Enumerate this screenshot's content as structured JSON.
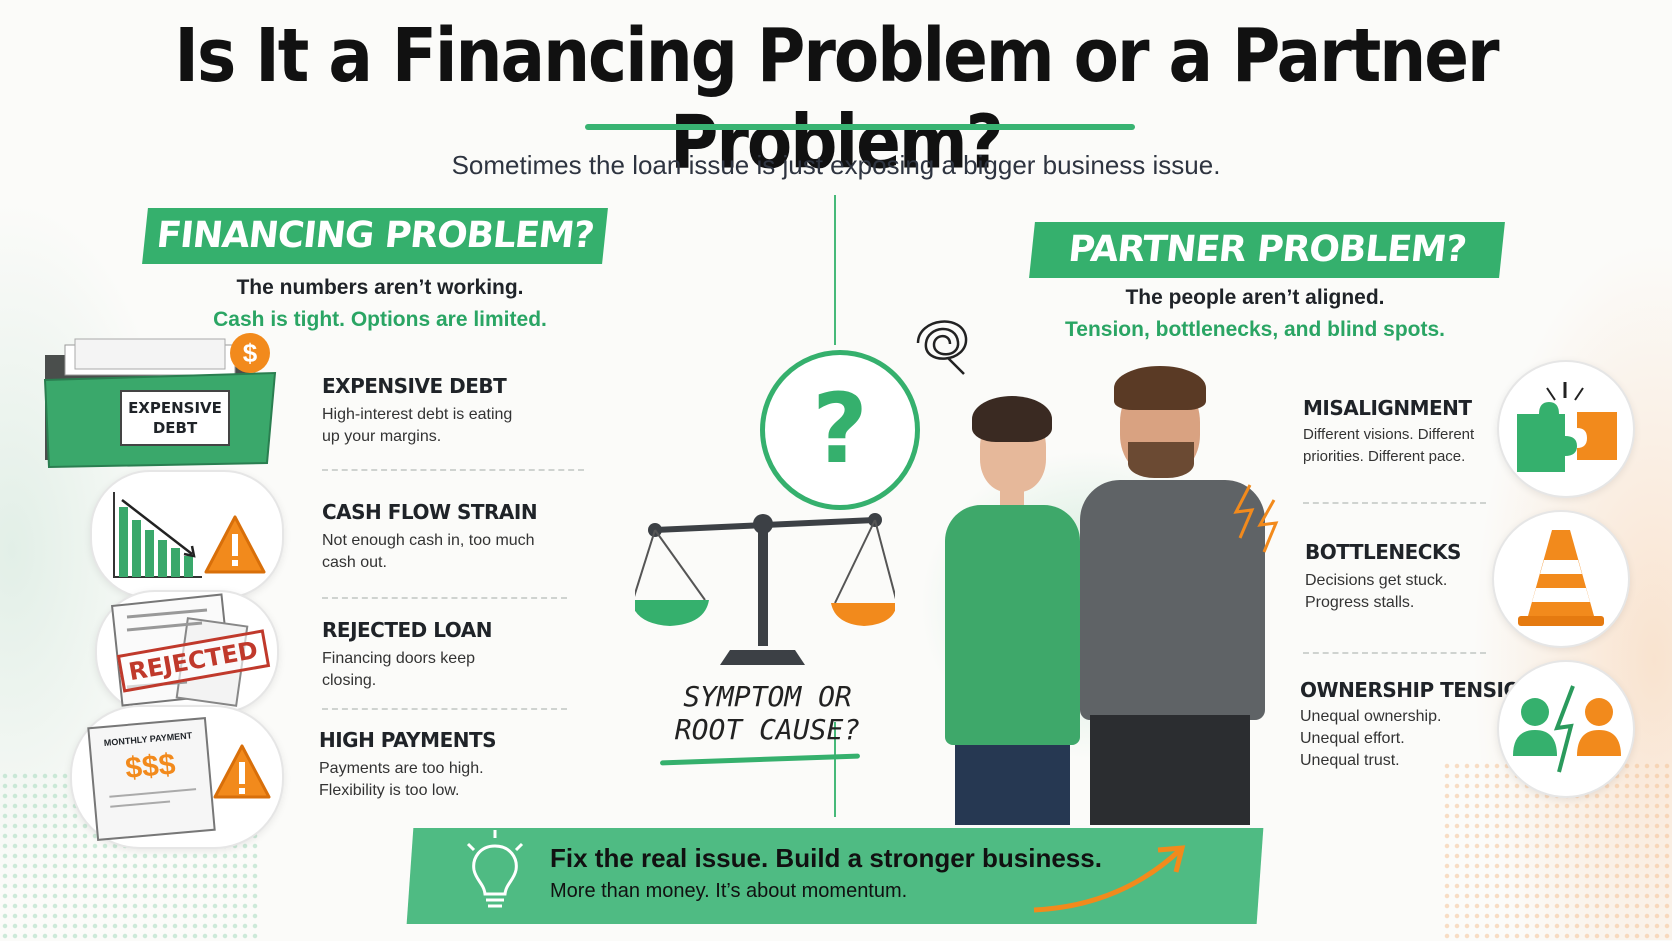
{
  "title": "Is It a Financing Problem or a Partner Problem?",
  "subtitle": "Sometimes the loan issue is just exposing a bigger business issue.",
  "left": {
    "banner": "FINANCING PROBLEM?",
    "tagline": "The numbers aren’t working.",
    "tagline_green": "Cash is tight. Options are limited.",
    "folder_label_1": "EXPENSIVE",
    "folder_label_2": "DEBT",
    "rejected_stamp": "REJECTED",
    "monthly_label": "MONTHLY PAYMENT",
    "monthly_value": "$$$",
    "items": [
      {
        "title": "EXPENSIVE DEBT",
        "desc1": "High-interest debt is eating",
        "desc2": "up your margins."
      },
      {
        "title": "CASH FLOW STRAIN",
        "desc1": "Not enough cash in, too much",
        "desc2": "cash out."
      },
      {
        "title": "REJECTED LOAN",
        "desc1": "Financing doors keep",
        "desc2": "closing."
      },
      {
        "title": "HIGH PAYMENTS",
        "desc1": "Payments are too high.",
        "desc2": "Flexibility is too low."
      }
    ]
  },
  "center": {
    "question": "?",
    "symptom_1": "SYMPTOM OR",
    "symptom_2": "ROOT CAUSE?"
  },
  "right": {
    "banner": "PARTNER PROBLEM?",
    "tagline": "The people aren’t aligned.",
    "tagline_green": "Tension, bottlenecks, and blind spots.",
    "items": [
      {
        "title": "MISALIGNMENT",
        "desc1": "Different visions. Different",
        "desc2": "priorities. Different pace.",
        "desc3": ""
      },
      {
        "title": "BOTTLENECKS",
        "desc1": "Decisions get stuck.",
        "desc2": "Progress stalls.",
        "desc3": ""
      },
      {
        "title": "OWNERSHIP TENSION",
        "desc1": "Unequal ownership.",
        "desc2": "Unequal effort.",
        "desc3": "Unequal trust."
      }
    ]
  },
  "cta": {
    "headline": "Fix the real issue. Build a stronger business.",
    "sub": "More than money. It’s about momentum."
  },
  "colors": {
    "green": "#35b06d",
    "orange": "#f28a1c",
    "dark": "#1f2328"
  },
  "icons": [
    "folder-icon",
    "dollar-icon",
    "declining-chart-icon",
    "warning-icon",
    "rejected-document-icon",
    "bill-icon",
    "question-icon",
    "scales-icon",
    "scribble-icon",
    "lightning-icon",
    "puzzle-icon",
    "traffic-cone-icon",
    "people-conflict-icon",
    "lightbulb-icon",
    "arrow-icon"
  ]
}
